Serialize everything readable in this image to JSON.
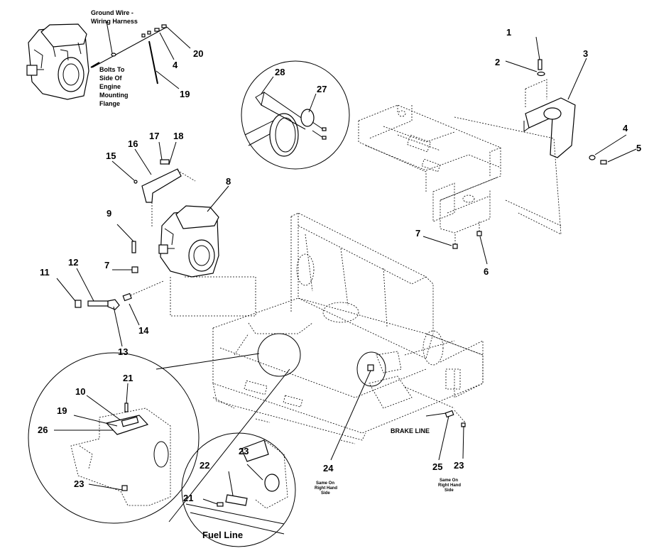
{
  "callouts": [
    {
      "id": "c1",
      "text": "1"
    },
    {
      "id": "c2",
      "text": "2"
    },
    {
      "id": "c3",
      "text": "3"
    },
    {
      "id": "c4a",
      "text": "4"
    },
    {
      "id": "c5",
      "text": "5"
    },
    {
      "id": "c6",
      "text": "6"
    },
    {
      "id": "c7a",
      "text": "7"
    },
    {
      "id": "c8",
      "text": "8"
    },
    {
      "id": "c9",
      "text": "9"
    },
    {
      "id": "c7b",
      "text": "7"
    },
    {
      "id": "c11",
      "text": "11"
    },
    {
      "id": "c12",
      "text": "12"
    },
    {
      "id": "c13",
      "text": "13"
    },
    {
      "id": "c14",
      "text": "14"
    },
    {
      "id": "c15",
      "text": "15"
    },
    {
      "id": "c16",
      "text": "16"
    },
    {
      "id": "c17",
      "text": "17"
    },
    {
      "id": "c18",
      "text": "18"
    },
    {
      "id": "c4b",
      "text": "4"
    },
    {
      "id": "c20",
      "text": "20"
    },
    {
      "id": "c19a",
      "text": "19"
    },
    {
      "id": "c27",
      "text": "27"
    },
    {
      "id": "c28",
      "text": "28"
    },
    {
      "id": "c21a",
      "text": "21"
    },
    {
      "id": "c10",
      "text": "10"
    },
    {
      "id": "c19b",
      "text": "19"
    },
    {
      "id": "c26",
      "text": "26"
    },
    {
      "id": "c23a",
      "text": "23"
    },
    {
      "id": "c23b",
      "text": "23"
    },
    {
      "id": "c22",
      "text": "22"
    },
    {
      "id": "c21b",
      "text": "21"
    },
    {
      "id": "c24",
      "text": "24"
    },
    {
      "id": "c25",
      "text": "25"
    },
    {
      "id": "c23c",
      "text": "23"
    }
  ],
  "notes": {
    "ground_wire_1": "Ground Wire -",
    "ground_wire_2": "Wiring Harness",
    "bolts_1": "Bolts To",
    "bolts_2": "Side Of",
    "bolts_3": "Engine",
    "bolts_4": "Mounting",
    "bolts_5": "Flange",
    "brake_line": "BRAKE LINE",
    "fuel_line": "Fuel Line",
    "same_on_a_1": "Same On",
    "same_on_a_2": "Right Hand",
    "same_on_a_3": "Side",
    "same_on_b_1": "Same On",
    "same_on_b_2": "Right Hand",
    "same_on_b_3": "Side"
  }
}
